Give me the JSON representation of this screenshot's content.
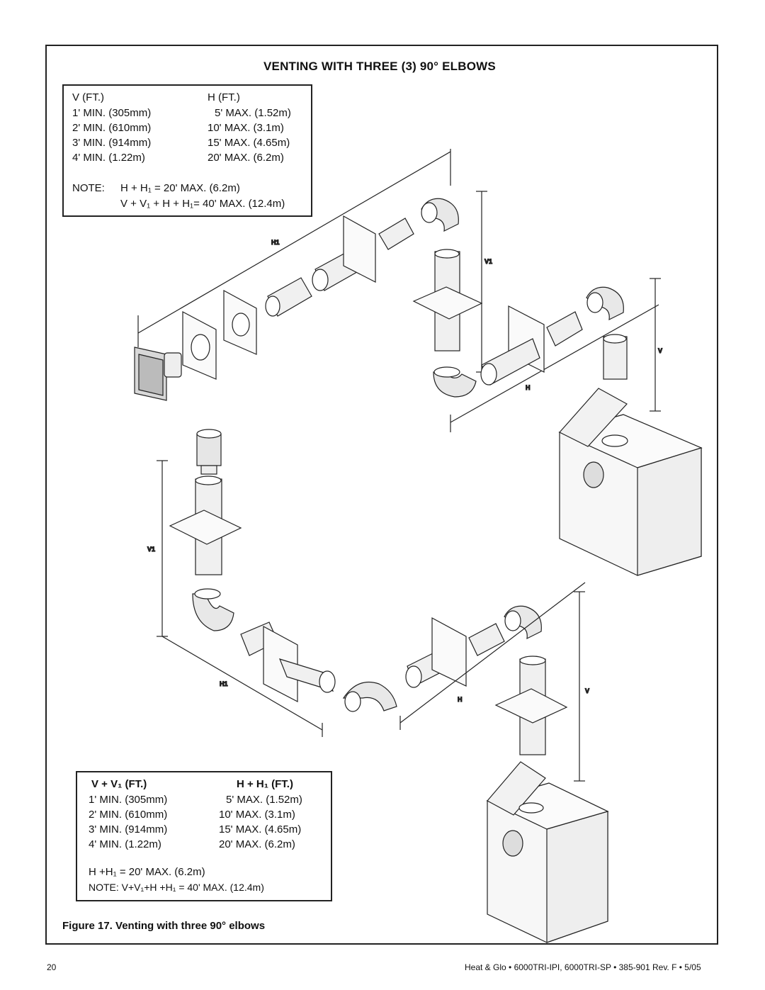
{
  "title": "VENTING WITH THREE (3) 90° ELBOWS",
  "top_table": {
    "col1_header": "V (FT.)",
    "col2_header": "H (FT.)",
    "rows": [
      {
        "v": "1'  MIN.  (305mm)",
        "h": "5' MAX. (1.52m)"
      },
      {
        "v": "2'  MIN. (610mm)",
        "h": "10' MAX. (3.1m)"
      },
      {
        "v": "3'  MIN. (914mm)",
        "h": "15' MAX. (4.65m)"
      },
      {
        "v": "4'  MIN. (1.22m)",
        "h": "20' MAX. (6.2m)"
      }
    ],
    "note_label": "NOTE:",
    "note1": "H + H₁ = 20' MAX. (6.2m)",
    "note2": "V + V₁ + H + H₁= 40' MAX. (12.4m)"
  },
  "diagram_labels": {
    "top_h1": "H1",
    "top_v1": "V1",
    "top_v": "V",
    "top_h": "H",
    "bottom_v1": "V1",
    "bottom_h1": "H1",
    "bottom_h": "H",
    "bottom_v": "V"
  },
  "bottom_table": {
    "col1_header": "V + V₁  (FT.)",
    "col2_header": "H  + H₁  (FT.)",
    "rows": [
      {
        "v": "1'  MIN. (305mm)",
        "h": "5'  MAX. (1.52m)"
      },
      {
        "v": "2'  MIN. (610mm)",
        "h": "10'  MAX. (3.1m)"
      },
      {
        "v": "3'  MIN. (914mm)",
        "h": "15'  MAX. (4.65m)"
      },
      {
        "v": "4'  MIN. (1.22m)",
        "h": "20'  MAX. (6.2m)"
      }
    ],
    "note1": "H +H₁ = 20' MAX. (6.2m)",
    "note2": "NOTE: V+V₁+H +H₁ = 40' MAX. (12.4m)"
  },
  "caption": "Figure 17.  Venting with three 90° elbows",
  "footer": {
    "page_number": "20",
    "text": "Heat & Glo  •  6000TRI-IPI, 6000TRI-SP  •  385-901  Rev. F  •  5/05"
  }
}
